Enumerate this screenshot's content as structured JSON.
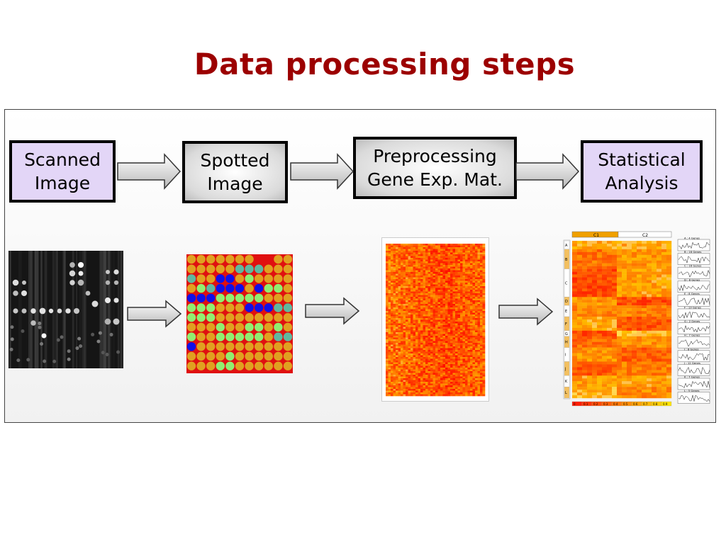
{
  "title": "Data processing steps",
  "steps": [
    {
      "line1": "Scanned",
      "line2": "Image"
    },
    {
      "line1": "Spotted",
      "line2": "Image"
    },
    {
      "line1": "Preprocessing",
      "line2": "Gene Exp. Mat."
    },
    {
      "line1": "Statistical",
      "line2": "Analysis"
    }
  ],
  "cluster_panel": {
    "columns": [
      "C1",
      "C2"
    ],
    "row_groups": [
      "A",
      "B",
      "C",
      "D",
      "E",
      "F",
      "G",
      "H",
      "I",
      "J",
      "K",
      "L"
    ],
    "cluster_titles": [
      "A : 4 Genes",
      "B : 16 Genes",
      "C : 16 Genes",
      "D : 8 Genes",
      "E : 8 Genes",
      "F : 13 Genes",
      "G : 2 Genes",
      "H : 7 Genes",
      "I : 8 Genes",
      "J : 12 Genes",
      "K : 7 Genes",
      "L : 5 Genes"
    ],
    "scale": [
      "0",
      "0.1",
      "0.2",
      "0.3",
      "0.4",
      "0.5",
      "0.6",
      "0.7",
      "0.8",
      "0.9"
    ]
  },
  "colors": {
    "title": "#9c0000",
    "lavender": "#e3d6f7",
    "spot_red": "#e01010",
    "spot_orange": "#e0a020",
    "spot_green": "#90ee70",
    "spot_teal": "#5fb8a0",
    "spot_blue": "#1010e8"
  }
}
